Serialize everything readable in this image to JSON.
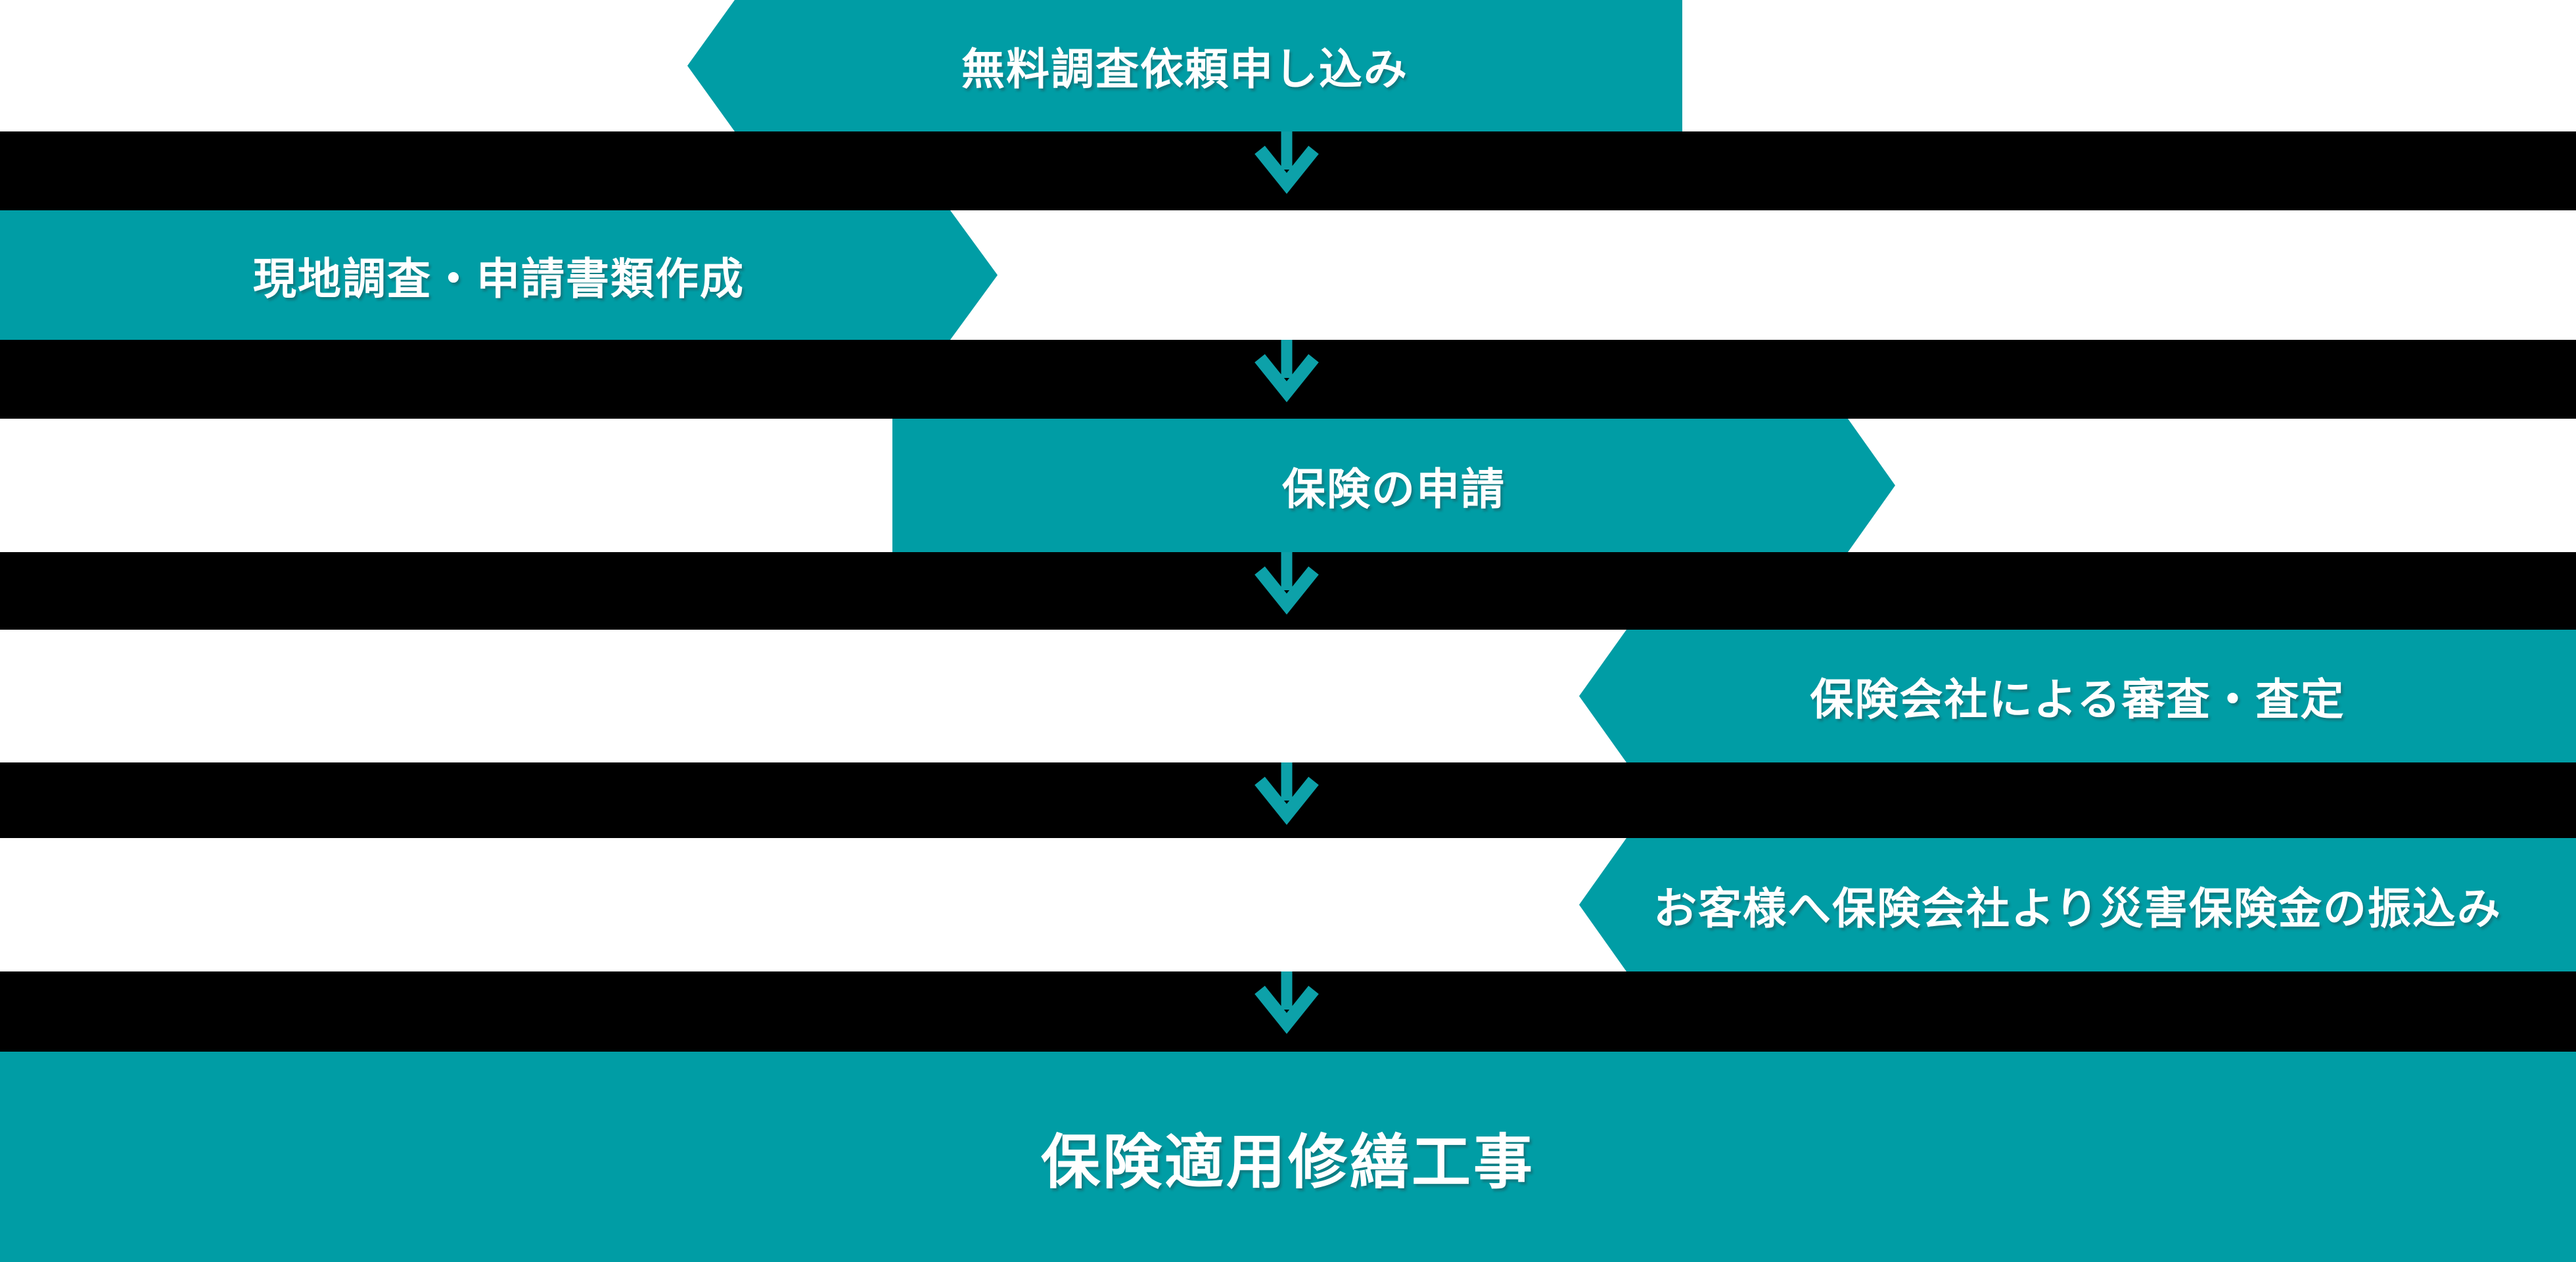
{
  "colors": {
    "page_bg": "#ffffff",
    "banner_teal": "#009da5",
    "arrow_teal": "#0da1a9",
    "bar_black": "#000000",
    "label_white": "#ffffff"
  },
  "flow": {
    "steps": [
      {
        "label": "無料調査依頼申し込み"
      },
      {
        "label": "現地調査・申請書類作成"
      },
      {
        "label": "保険の申請"
      },
      {
        "label": "保険会社による審査・査定"
      },
      {
        "label": "お客様へ保険会社より災害保険金の振込み"
      },
      {
        "label": "保険適用修繕工事"
      }
    ],
    "connector_icon": "down-arrow"
  }
}
